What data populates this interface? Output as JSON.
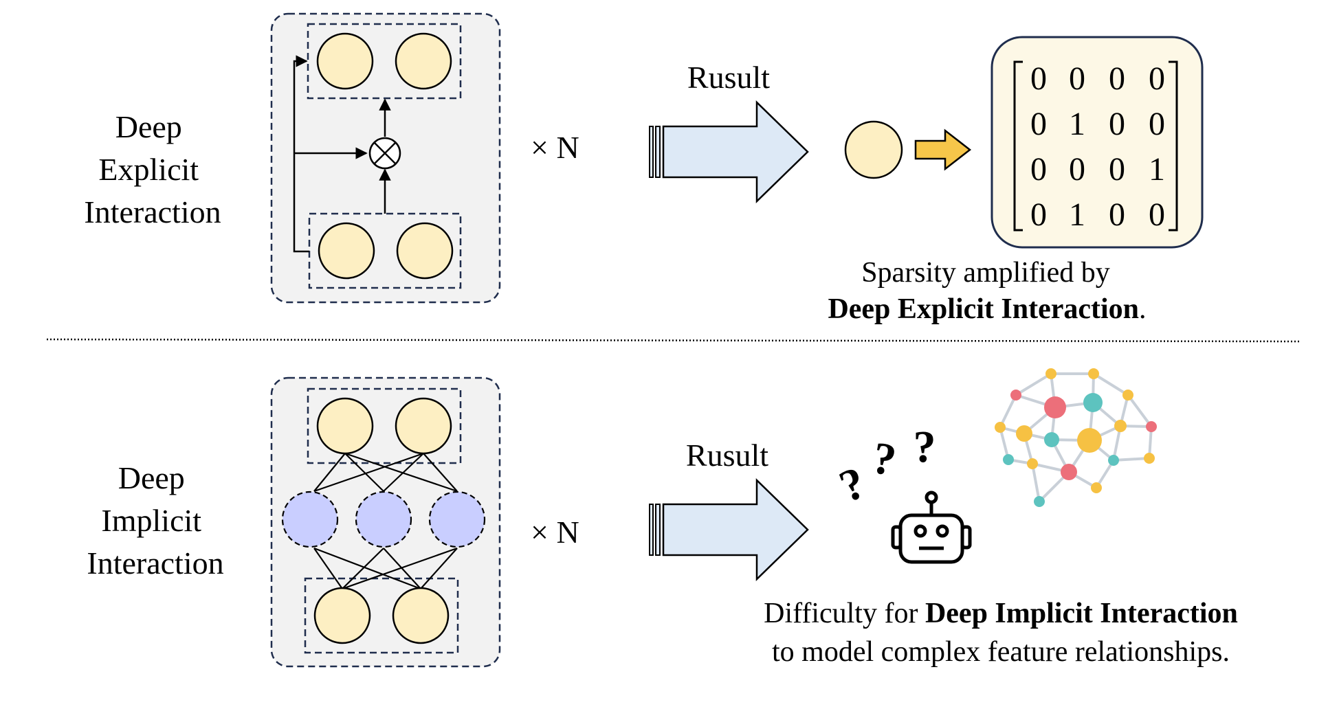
{
  "top": {
    "label_lines": [
      "Deep",
      "Explicit",
      "Interaction"
    ],
    "times_n": "× N",
    "result_label": "Rusult",
    "matrix": [
      [
        "0",
        "0",
        "0",
        "0"
      ],
      [
        "0",
        "1",
        "0",
        "0"
      ],
      [
        "0",
        "0",
        "0",
        "1"
      ],
      [
        "0",
        "1",
        "0",
        "0"
      ]
    ],
    "caption_line1": "Sparsity amplified by",
    "caption_bold": "Deep Explicit Interaction",
    "caption_period": "."
  },
  "bottom": {
    "label_lines": [
      "Deep",
      "Implicit",
      "Interaction"
    ],
    "times_n": "× N",
    "result_label": "Rusult",
    "question_marks": [
      "?",
      "?",
      "?"
    ],
    "caption_prefix": "Difficulty for ",
    "caption_bold": "Deep Implicit Interaction",
    "caption_line2": "to model complex feature relationships."
  },
  "colors": {
    "node_fill": "#fdefc3",
    "hidden_fill": "#c9ceff",
    "panel_fill": "#f2f2f2",
    "dash_stroke": "#1f2d4d",
    "arrow_fill": "#dde9f6",
    "yellow_arrow": "#f6c64a",
    "matrix_fill": "#fdf8e6",
    "brain_red": "#ec6f7a",
    "brain_teal": "#5dc3bf",
    "brain_yellow": "#f6c143",
    "brain_edge": "#c9d0d8"
  }
}
